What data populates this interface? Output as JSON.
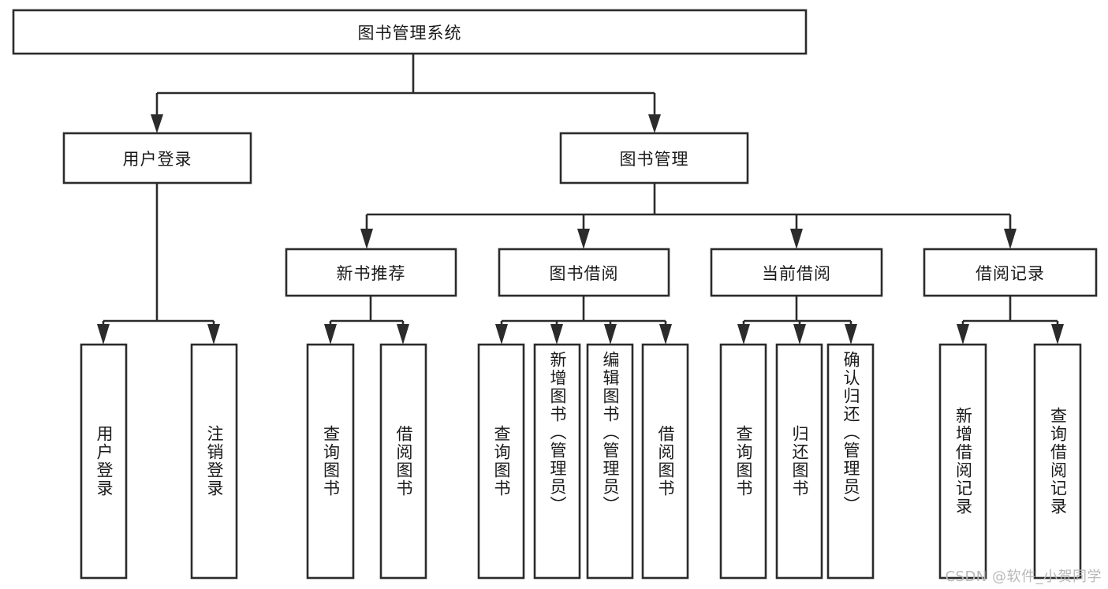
{
  "diagram": {
    "type": "tree-hierarchy-chart",
    "title_node": {
      "id": "root",
      "label": "图书管理系统"
    },
    "level2": [
      {
        "id": "user-login",
        "label": "用户登录"
      },
      {
        "id": "book-manage",
        "label": "图书管理"
      }
    ],
    "level3": [
      {
        "id": "new-book-rec",
        "label": "新书推荐",
        "parent": "book-manage"
      },
      {
        "id": "book-borrow",
        "label": "图书借阅",
        "parent": "book-manage"
      },
      {
        "id": "current-borrow",
        "label": "当前借阅",
        "parent": "book-manage"
      },
      {
        "id": "borrow-record",
        "label": "借阅记录",
        "parent": "book-manage"
      }
    ],
    "leaves": [
      {
        "id": "leaf-user-login",
        "label": "用户登录",
        "parent": "user-login"
      },
      {
        "id": "leaf-logout",
        "label": "注销登录",
        "parent": "user-login"
      },
      {
        "id": "leaf-query-book-1",
        "label": "查询图书",
        "parent": "new-book-rec"
      },
      {
        "id": "leaf-borrow-book-1",
        "label": "借阅图书",
        "parent": "new-book-rec"
      },
      {
        "id": "leaf-query-book-2",
        "label": "查询图书",
        "parent": "book-borrow"
      },
      {
        "id": "leaf-add-book",
        "label": "新增图书（管理员）",
        "parent": "book-borrow"
      },
      {
        "id": "leaf-edit-book",
        "label": "编辑图书（管理员）",
        "parent": "book-borrow"
      },
      {
        "id": "leaf-borrow-book-2",
        "label": "借阅图书",
        "parent": "book-borrow"
      },
      {
        "id": "leaf-query-book-3",
        "label": "查询图书",
        "parent": "current-borrow"
      },
      {
        "id": "leaf-return-book",
        "label": "归还图书",
        "parent": "current-borrow"
      },
      {
        "id": "leaf-confirm-return",
        "label": "确认归还（管理员）",
        "parent": "current-borrow"
      },
      {
        "id": "leaf-add-record",
        "label": "新增借阅记录",
        "parent": "borrow-record"
      },
      {
        "id": "leaf-query-record",
        "label": "查询借阅记录",
        "parent": "borrow-record"
      }
    ],
    "colors": {
      "stroke": "#2b2b2b",
      "fill": "#ffffff",
      "text": "#1a1a1a",
      "watermark": "#b8b8b8",
      "background": "#ffffff"
    }
  },
  "watermark": {
    "text": "CSDN @软件_小贺同学"
  }
}
